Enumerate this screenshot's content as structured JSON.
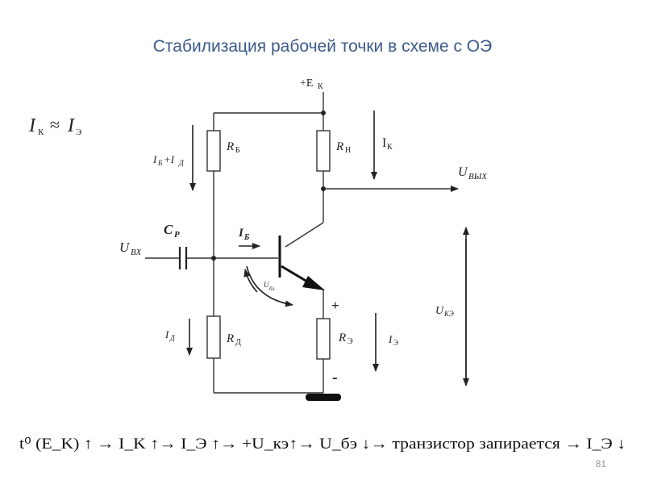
{
  "title": "Стабилизация рабочей точки в схеме с ОЭ",
  "page_number": "81",
  "formula_top": "I_K ≈ I_Э",
  "formula_bottom": "t⁰ (E_K) ↑ → I_K ↑→ I_Э ↑→ +U_кэ↑→ U_бэ ↓→ транзистор запирается → I_Э ↓",
  "labels": {
    "supply": "+E",
    "supply_sub": "К",
    "rb": "R",
    "rb_sub": "Б",
    "rn": "R",
    "rn_sub": "Н",
    "ik": "I",
    "ik_sub": "К",
    "uout": "U",
    "uout_sub": "ВЫХ",
    "ib_plus_id": "I",
    "ib_plus_id_sub1": "Б",
    "ib_plus_id_mid": "+I",
    "ib_plus_id_sub2": "Д",
    "cp": "C",
    "cp_sub": "Р",
    "uin": "U",
    "uin_sub": "ВХ",
    "ib": "I",
    "ib_sub": "Б",
    "ube": "U",
    "ube_sub": "бэ",
    "plus": "+",
    "minus": "-",
    "ukc": "U",
    "ukc_sub": "КЭ",
    "id": "I",
    "id_sub": "Д",
    "rd": "R",
    "rd_sub": "Д",
    "re": "R",
    "re_sub": "Э",
    "ie": "I",
    "ie_sub": "Э"
  }
}
